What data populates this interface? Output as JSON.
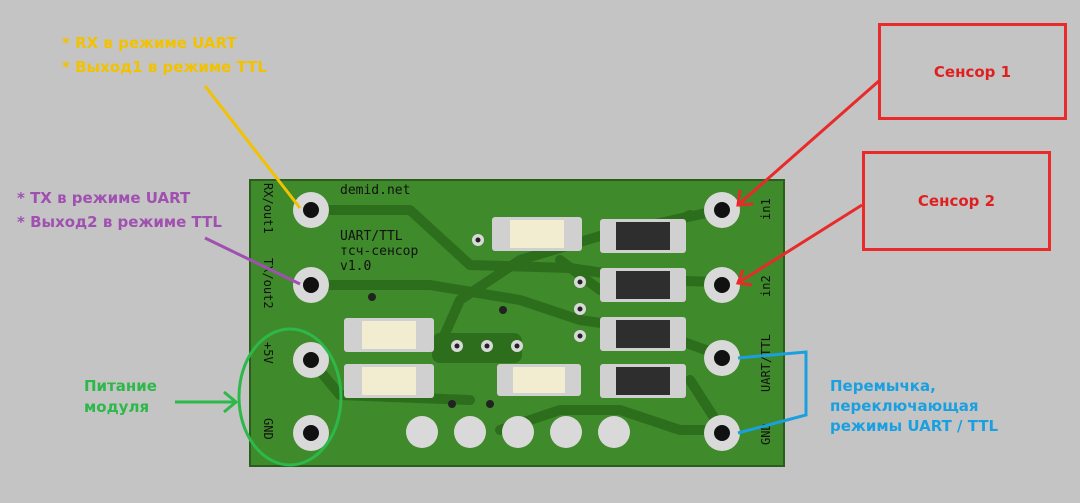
{
  "annotations": {
    "rx": [
      "* RX в режиме UART",
      "* Выход1 в режиме TTL"
    ],
    "tx": [
      "* TX в режиме UART",
      "* Выход2 в режиме TTL"
    ],
    "power": [
      "Питание",
      "модуля"
    ],
    "jumper": [
      "Перемычка,",
      "переключающая",
      "режимы UART / TTL"
    ]
  },
  "sensors": {
    "s1": "Сенсор 1",
    "s2": "Сенсор 2"
  },
  "board": {
    "site": "demid.net",
    "title1": "UART/TTL",
    "title2": "тсч-сенсор",
    "version": "v1.0",
    "pins_left": [
      "RX/out1",
      "TX/out2",
      "+5V",
      "GND"
    ],
    "pins_right": [
      "in1",
      "in2",
      "UART/TTL",
      "GND"
    ]
  },
  "colors": {
    "rx": "#f2c200",
    "tx": "#a050b0",
    "power": "#2db84a",
    "sensor": "#e82a2a",
    "jumper": "#1aa0e0",
    "board": "#3f8a2b",
    "trace": "#2c6e1c",
    "pad": "#d9d9d9"
  }
}
